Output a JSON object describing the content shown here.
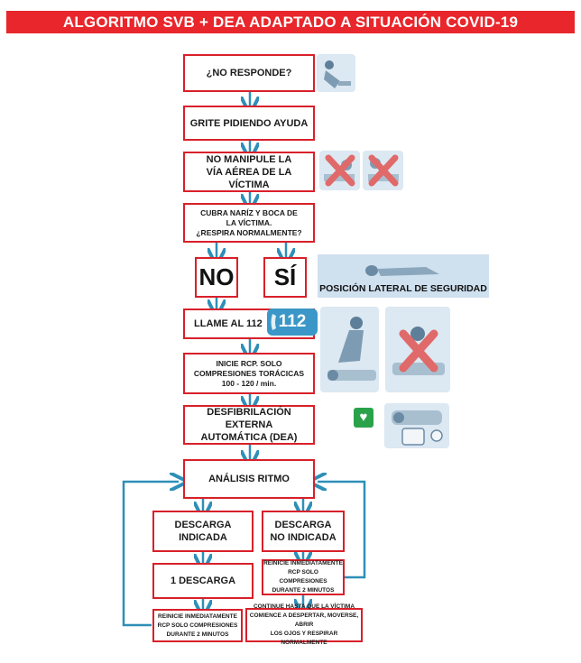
{
  "title": "ALGORITMO SVB + DEA ADAPTADO A SITUACIÓN COVID-19",
  "steps": {
    "no_responde": "¿NO RESPONDE?",
    "grite": "GRITE PIDIENDO AYUDA",
    "no_manipule": "NO MANIPULE LA\nVÍA AÉREA DE LA VÍCTIMA",
    "cubra": "CUBRA NARÍZ Y BOCA DE\nLA VÍCTIMA.\n¿RESPIRA NORMALMENTE?",
    "no": "NO",
    "si": "SÍ",
    "posicion_lateral": "POSICIÓN LATERAL DE SEGURIDAD",
    "llame": "LLAME AL 112",
    "badge_112": "112",
    "inicie_rcp": "INICIE RCP. SOLO\nCOMPRESIONES TORÁCICAS\n100 - 120 / min.",
    "desfibrilacion": "DESFIBRILACIÓN EXTERNA\nAUTOMÁTICA (DEA)",
    "analisis": "ANÁLISIS RITMO",
    "descarga_indicada": "DESCARGA\nINDICADA",
    "descarga_no_indicada": "DESCARGA\nNO INDICADA",
    "una_descarga": "1 DESCARGA",
    "reinicie_right": "REINICIE INMEDIATAMENTE\nRCP SOLO COMPRESIONES\nDURANTE 2 MINUTOS",
    "reinicie_left": "REINICIE INMEDIATAMENTE\nRCP SOLO COMPRESIONES\nDURANTE 2 MINUTOS",
    "continue": "CONTINUE HASTA QUE LA VÍCTIMA\nCOMIENCE A DESPERTAR, MOVERSE, ABRIR\nLOS OJOS Y RESPIRAR NORMALMENTE"
  },
  "colors": {
    "banner": "#e8262b",
    "box_border": "#d8202a",
    "arrow": "#2e8fb8",
    "badge": "#3a97c7",
    "illustration_bg": "#dce8f2"
  },
  "icons": [
    "person-check-illustration",
    "no-airway-cross-illustration",
    "recovery-position-illustration",
    "cpr-illustration",
    "no-ventilation-cross-illustration",
    "phone-icon",
    "aed-heart-icon",
    "aed-pads-illustration"
  ]
}
